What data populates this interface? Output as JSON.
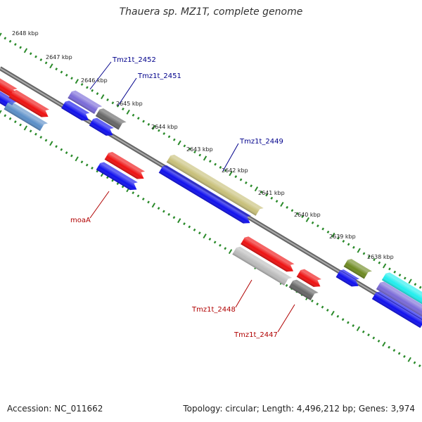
{
  "title": "Thauera sp. MZ1T, complete genome",
  "footer": {
    "accession": "Accession: NC_011662",
    "summary": "Topology: circular; Length: 4,496,212 bp; Genes: 3,974"
  },
  "colors": {
    "backbone": "#888888",
    "ticks": "#2a8a2a",
    "forward_label": "#00008b",
    "reverse_label": "#b00000",
    "red": "#ee1111",
    "blue": "#1010ee",
    "gray": "#666666",
    "light_gray": "#bbbbbb",
    "khaki": "#c8c07a",
    "olive": "#6e8a22",
    "cyan": "#22eeee",
    "purple": "#7a6ad8",
    "steel_blue": "#5a8ec8"
  },
  "ticks": [
    {
      "label": "2648 kbp"
    },
    {
      "label": "2647 kbp"
    },
    {
      "label": "2646 kbp"
    },
    {
      "label": "2645 kbp"
    },
    {
      "label": "2644 kbp"
    },
    {
      "label": "2643 kbp"
    },
    {
      "label": "2642 kbp"
    },
    {
      "label": "2641 kbp"
    },
    {
      "label": "2640 kbp"
    },
    {
      "label": "2639 kbp"
    },
    {
      "label": "2638 kbp"
    }
  ],
  "gene_labels": [
    {
      "text": "Tmz1t_2452",
      "strand": "forward"
    },
    {
      "text": "Tmz1t_2451",
      "strand": "forward"
    },
    {
      "text": "Tmz1t_2449",
      "strand": "forward"
    },
    {
      "text": "moaA",
      "strand": "reverse"
    },
    {
      "text": "Tmz1t_2448",
      "strand": "reverse"
    },
    {
      "text": "Tmz1t_2447",
      "strand": "reverse"
    }
  ]
}
